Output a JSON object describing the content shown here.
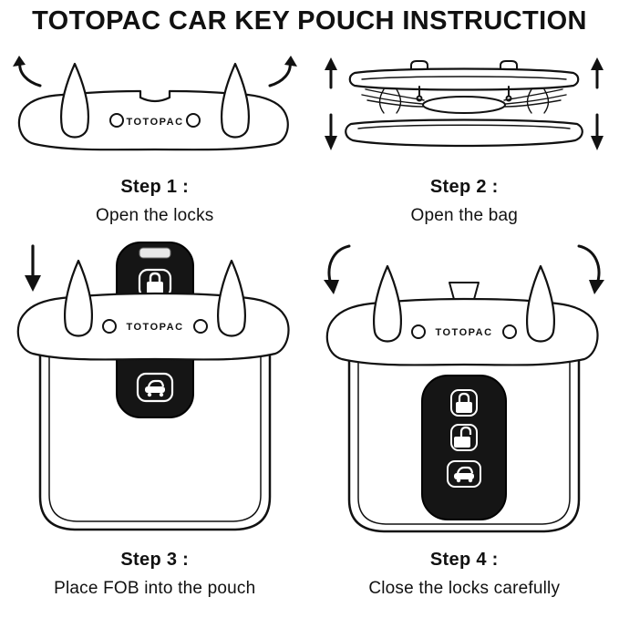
{
  "title": "TOTOPAC CAR KEY POUCH INSTRUCTION",
  "brand": "TOTOPAC",
  "steps": [
    {
      "label": "Step 1 :",
      "description": "Open the locks"
    },
    {
      "label": "Step 2 :",
      "description": "Open the bag"
    },
    {
      "label": "Step 3 :",
      "description": "Place FOB into the pouch"
    },
    {
      "label": "Step 4 :",
      "description": "Close the locks carefully"
    }
  ],
  "colors": {
    "ink": "#111111",
    "fob_body": "#151515",
    "background": "#ffffff"
  },
  "icons": {
    "step1": [
      "curved-arrow-ccw-icon",
      "curved-arrow-cw-icon"
    ],
    "step2": [
      "up-arrow-icon",
      "down-arrow-icon"
    ],
    "step3": [
      "down-arrow-icon",
      "lock-icon",
      "trunk-icon"
    ],
    "step4": [
      "curved-arrow-cw-icon",
      "curved-arrow-ccw-icon",
      "lock-icon",
      "unlock-icon",
      "trunk-icon"
    ]
  }
}
